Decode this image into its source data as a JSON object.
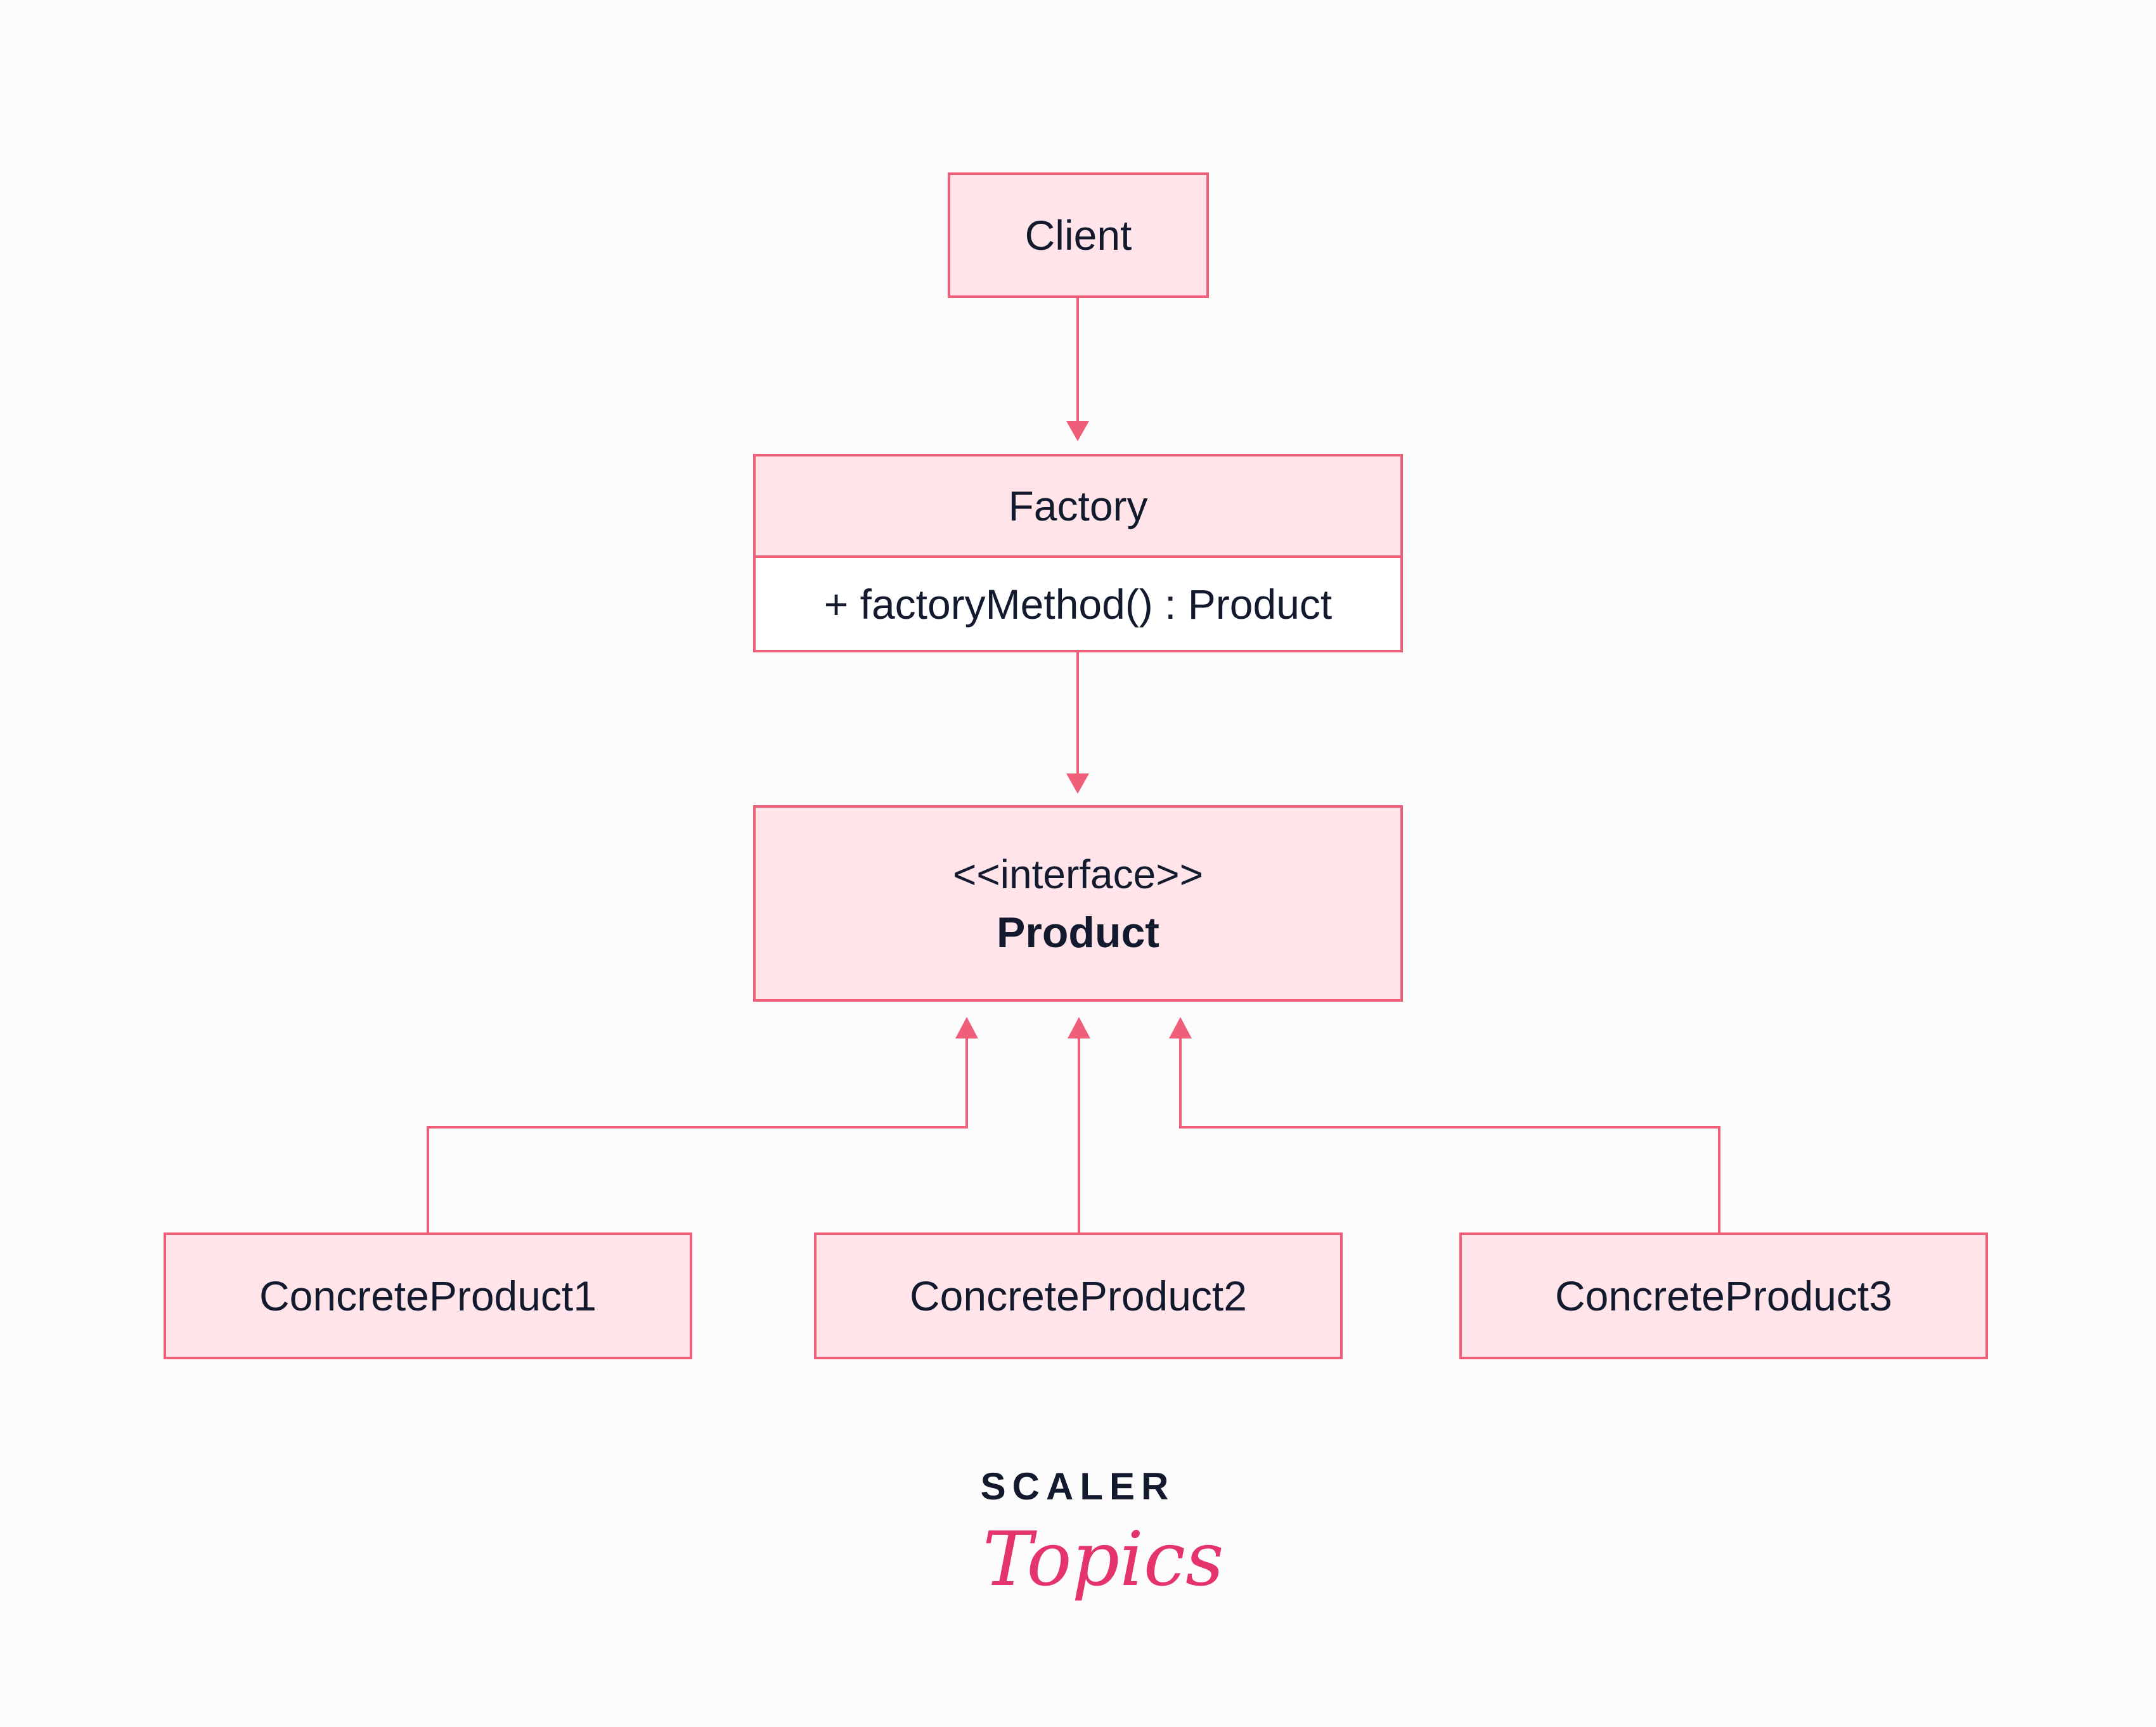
{
  "diagram": {
    "nodes": {
      "client": {
        "label": "Client"
      },
      "factory": {
        "title": "Factory",
        "method": "+ factoryMethod() : Product"
      },
      "product": {
        "stereotype": "<<interface>>",
        "name": "Product"
      },
      "concrete1": {
        "label": "ConcreteProduct1"
      },
      "concrete2": {
        "label": "ConcreteProduct2"
      },
      "concrete3": {
        "label": "ConcreteProduct3"
      }
    },
    "edges": [
      {
        "from": "client",
        "to": "factory"
      },
      {
        "from": "factory",
        "to": "product"
      },
      {
        "from": "concrete1",
        "to": "product"
      },
      {
        "from": "concrete2",
        "to": "product"
      },
      {
        "from": "concrete3",
        "to": "product"
      }
    ]
  },
  "logo": {
    "line1": "SCALER",
    "line2": "Topics"
  },
  "colors": {
    "accent": "#ef5f79",
    "box_fill": "#ffe4ea",
    "text": "#141a2e",
    "logo_pink": "#e5336b"
  }
}
